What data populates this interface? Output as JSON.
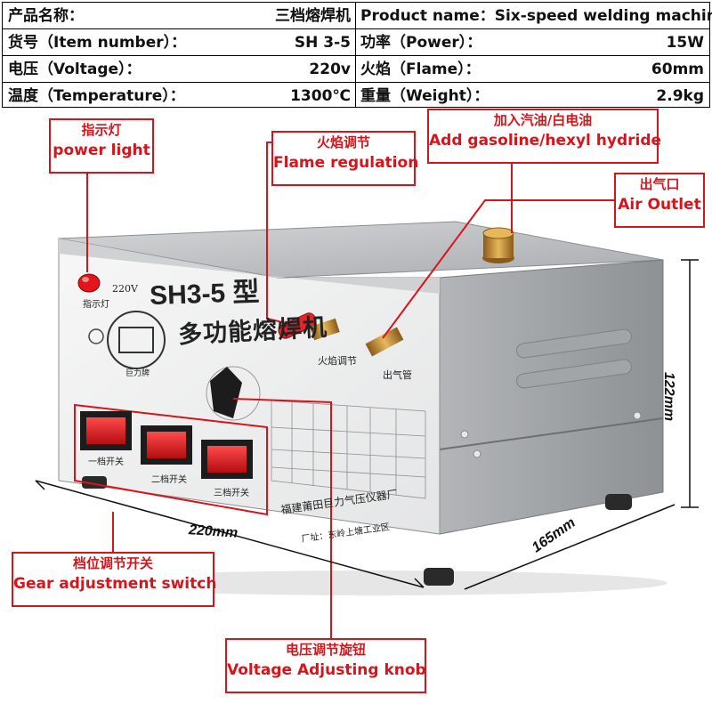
{
  "spec_table": {
    "rows": [
      {
        "label_left": "产品名称：",
        "value_left": "三档熔焊机",
        "label_right": "Product name：Six-speed welding machine",
        "value_right": ""
      },
      {
        "label_left": "货号（Item number）：",
        "value_left": "SH 3-5",
        "label_right": "功率（Power）：",
        "value_right": "15W"
      },
      {
        "label_left": "电压（Voltage）：",
        "value_left": "220v",
        "label_right": "火焰（Flame）：",
        "value_right": "60mm"
      },
      {
        "label_left": "温度（Temperature）：",
        "value_left": "1300℃",
        "label_right": "重量（Weight）：",
        "value_right": "2.9kg"
      }
    ]
  },
  "callouts": {
    "power_light": {
      "zh": "指示灯",
      "en": "power light"
    },
    "flame_regulation": {
      "zh": "火焰调节",
      "en": "Flame regulation"
    },
    "add_fuel": {
      "zh": "加入汽油/白电油",
      "en": "Add gasoline/hexyl hydride"
    },
    "air_outlet": {
      "zh": "出气口",
      "en": "Air Outlet"
    },
    "gear_switch": {
      "zh": "档位调节开关",
      "en": "Gear adjustment switch"
    },
    "voltage_knob": {
      "zh": "电压调节旋钮",
      "en": "Voltage Adjusting knob"
    }
  },
  "panel": {
    "model": "SH3-5 型",
    "model_name": "多功能熔焊机",
    "voltage_label": "220V",
    "power_light_label": "指示灯",
    "brand": "巨力牌",
    "flame_label": "火焰调节",
    "outlet_label": "出气管",
    "switch_1": "一档开关",
    "switch_2": "二档开关",
    "switch_3": "三档开关",
    "manufacturer": "福建莆田巨力气压仪器厂",
    "address": "厂址：东岭上塘工业区"
  },
  "dimensions": {
    "width": "220mm",
    "depth": "165mm",
    "height": "122mm"
  },
  "colors": {
    "callout_red": "#d8141b",
    "body_grey": "#b9bbbd",
    "panel_white": "#f1f2f2",
    "switch_red": "#d9191f",
    "brass": "#c8963c"
  }
}
